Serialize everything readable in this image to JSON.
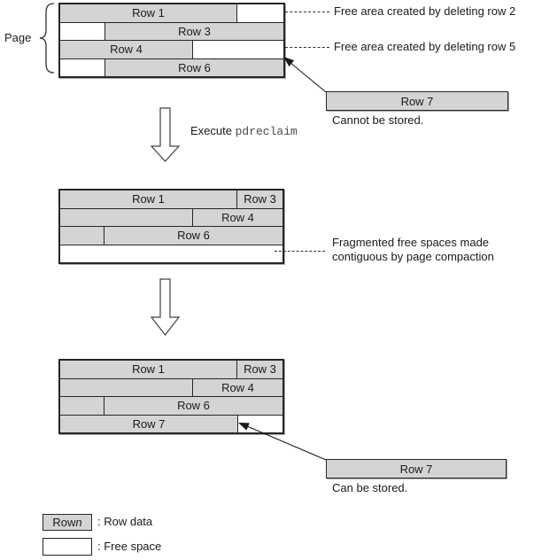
{
  "labels": {
    "page": "Page",
    "row1": "Row 1",
    "row3": "Row 3",
    "row4": "Row 4",
    "row6": "Row 6",
    "row7": "Row 7"
  },
  "annotations": {
    "free_row2": "Free area created by deleting row 2",
    "free_row5": "Free area created by deleting row 5",
    "fragmented_line1": "Fragmented free spaces made",
    "fragmented_line2": "contiguous by page compaction"
  },
  "execute": {
    "prefix": "Execute ",
    "command": "pdreclaim"
  },
  "captions": {
    "cannot": "Cannot be stored.",
    "can": "Can be stored."
  },
  "legend": {
    "row_box_prefix": "Row ",
    "row_box_n": "n",
    "row_data": ": Row data",
    "free_space": ": Free space"
  },
  "colors": {
    "row_fill": "#d4d4d4",
    "free_fill": "#ffffff",
    "line": "#262626"
  }
}
